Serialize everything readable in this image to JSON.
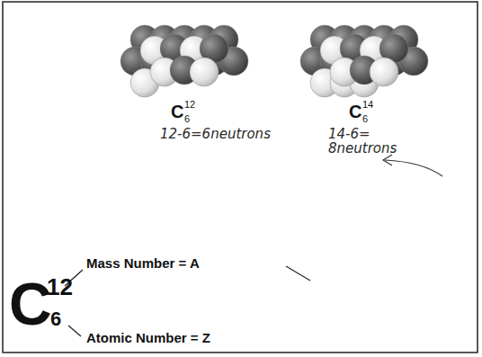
{
  "diagram": {
    "labels": [
      "C",
      "12",
      "6",
      "12-6=6neutrons",
      "C",
      "14",
      "6",
      "14-6= 8neutrons",
      "C",
      "12",
      "6",
      "Mass Number = A",
      "Atomic Number = Z"
    ]
  }
}
